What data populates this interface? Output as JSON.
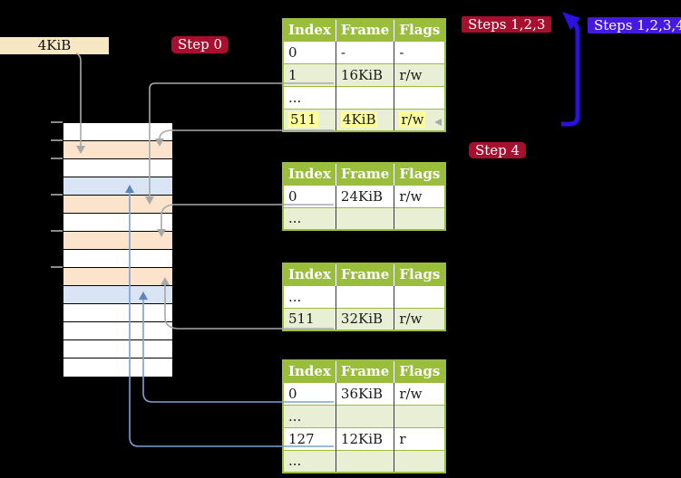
{
  "labels": {
    "frame_size": "4KiB",
    "step0": "Step 0",
    "steps123": "Steps 1,2,3",
    "steps1234": "Steps 1,2,3,4",
    "step4": "Step 4"
  },
  "colors": {
    "background": "#000000",
    "table_header_green": "#9abd3c",
    "table_alt_row_green": "#e9efd4",
    "highlight_yellow": "#ffff9e",
    "badge_crimson": "#a60f2e",
    "badge_blue": "#4619e2",
    "big_arrow_blue": "#2c10e0",
    "memory_frame_peach": "#fce4cc",
    "memory_frame_blue": "#d9e5f5",
    "size_label_tan": "#f7e7c2",
    "connector_gray": "#a8a8a8",
    "connector_blue": "#7d9fd2"
  },
  "tables": [
    {
      "name": "level-4-table",
      "headers": [
        "Index",
        "Frame",
        "Flags"
      ],
      "rows": [
        {
          "cells": [
            "0",
            "-",
            "-"
          ]
        },
        {
          "cells": [
            "1",
            "16KiB",
            "r/w"
          ]
        },
        {
          "cells": [
            "...",
            "",
            ""
          ]
        },
        {
          "cells": [
            "511",
            "4KiB",
            "r/w"
          ],
          "highlighted": true
        }
      ]
    },
    {
      "name": "level-3-table",
      "headers": [
        "Index",
        "Frame",
        "Flags"
      ],
      "rows": [
        {
          "cells": [
            "0",
            "24KiB",
            "r/w"
          ]
        },
        {
          "cells": [
            "...",
            "",
            ""
          ]
        }
      ]
    },
    {
      "name": "level-2-table",
      "headers": [
        "Index",
        "Frame",
        "Flags"
      ],
      "rows": [
        {
          "cells": [
            "...",
            "",
            ""
          ]
        },
        {
          "cells": [
            "511",
            "32KiB",
            "r/w"
          ]
        }
      ]
    },
    {
      "name": "level-1-table",
      "headers": [
        "Index",
        "Frame",
        "Flags"
      ],
      "rows": [
        {
          "cells": [
            "0",
            "36KiB",
            "r/w"
          ]
        },
        {
          "cells": [
            "...",
            "",
            ""
          ]
        },
        {
          "cells": [
            "127",
            "12KiB",
            "r"
          ]
        },
        {
          "cells": [
            "...",
            "",
            ""
          ]
        }
      ]
    }
  ],
  "memory_column": {
    "row_pattern": [
      "white",
      "peach",
      "white",
      "blue",
      "peach",
      "white",
      "peach",
      "white",
      "peach",
      "blue",
      "white",
      "white",
      "white",
      "white"
    ]
  },
  "connections": [
    {
      "from": "4KiB label",
      "to": "memory row 2",
      "color": "gray"
    },
    {
      "from": "level-4-table entry 511 (4KiB)",
      "to": "memory row 2",
      "color": "gray"
    },
    {
      "from": "level-4-table entry 1 (16KiB)",
      "to": "memory row 5",
      "color": "gray"
    },
    {
      "from": "level-3-table entry 0 (24KiB)",
      "to": "memory row 7",
      "color": "gray"
    },
    {
      "from": "level-2-table entry 511 (32KiB)",
      "to": "memory row 9",
      "color": "gray"
    },
    {
      "from": "level-1-table entry 0 (36KiB)",
      "to": "memory row 10",
      "color": "blue"
    },
    {
      "from": "level-1-table entry 127 (12KiB)",
      "to": "memory row 4",
      "color": "blue"
    },
    {
      "from": "bottom of diagram",
      "to": "level-4-table",
      "color": "big-blue-arrow"
    }
  ]
}
